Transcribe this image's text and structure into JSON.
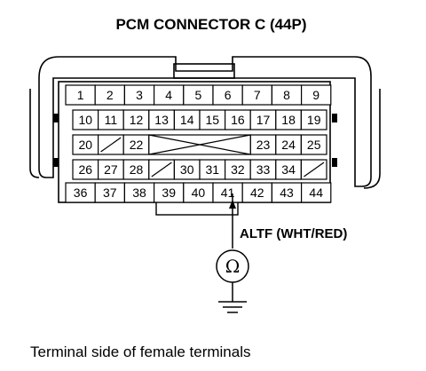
{
  "title": "PCM CONNECTOR C (44P)",
  "wire_label": "ALTF (WHT/RED)",
  "meter_symbol": "Ω",
  "caption": "Terminal side of female terminals",
  "rows": [
    [
      "1",
      "2",
      "3",
      "4",
      "5",
      "6",
      "7",
      "8",
      "9"
    ],
    [
      "10",
      "11",
      "12",
      "13",
      "14",
      "15",
      "16",
      "17",
      "18",
      "19"
    ],
    [
      "20",
      "22",
      "23",
      "24",
      "25"
    ],
    [
      "26",
      "27",
      "28",
      "30",
      "31",
      "32",
      "33",
      "34"
    ],
    [
      "36",
      "37",
      "38",
      "39",
      "40",
      "41",
      "42",
      "43",
      "44"
    ]
  ],
  "probed_terminal": "41"
}
